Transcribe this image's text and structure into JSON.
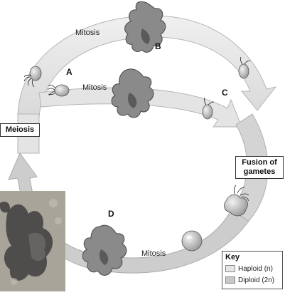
{
  "labels": {
    "mitosis_top": "Mitosis",
    "mitosis_middle": "Mitosis",
    "mitosis_bottom": "Mitosis",
    "meiosis": "Meiosis",
    "fusion_line1": "Fusion of",
    "fusion_line2": "gametes",
    "letter_a": "A",
    "letter_b": "B",
    "letter_c": "C",
    "letter_d": "D"
  },
  "key": {
    "title": "Key",
    "haploid": "Haploid (n)",
    "diploid": "Diploid (2n)"
  },
  "colors": {
    "haploid": "#e6e6e6",
    "diploid": "#c8c8c8",
    "thallus": "#8a8a8a",
    "thallus_dark": "#5a5a5a",
    "cell": "#cfcfcf",
    "photo": "#a9a49a"
  }
}
